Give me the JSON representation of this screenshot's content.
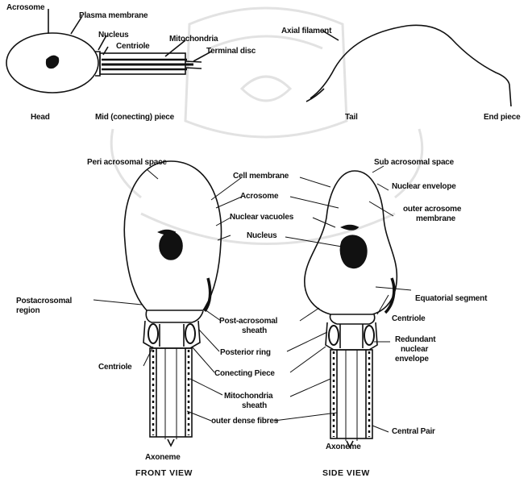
{
  "top": {
    "acrosome": "Acrosome",
    "plasma_membrane": "Plasma membrane",
    "nucleus": "Nucleus",
    "centriole": "Centriole",
    "mitochondria": "Mitochondria",
    "terminal_disc": "Terminal disc",
    "axial_filament": "Axial filament",
    "head": "Head",
    "mid_piece": "Mid (conecting) piece",
    "tail": "Tail",
    "end_piece": "End piece"
  },
  "front": {
    "peri_acrosomal_space": "Peri acrosomal space",
    "postacrosomal_line1": "Postacrosomal",
    "postacrosomal_line2": "region",
    "centriole": "Centriole",
    "axoneme": "Axoneme",
    "caption": "FRONT VIEW"
  },
  "middle": {
    "cell_membrane": "Cell membrane",
    "acrosome": "Acrosome",
    "nuclear_vacuoles": "Nuclear vacuoles",
    "nucleus": "Nucleus",
    "post_acrosomal_line1": "Post-acrosomal",
    "post_acrosomal_line2": "sheath",
    "posterior_ring": "Posterior ring",
    "conecting_piece": "Conecting Piece",
    "mito_line1": "Mitochondria",
    "mito_line2": "sheath",
    "outer_dense_fibres": "outer dense fibres"
  },
  "side": {
    "sub_acrosomal_space": "Sub acrosomal space",
    "nuclear_envelope": "Nuclear envelope",
    "outer_acro_line1": "outer acrosome",
    "outer_acro_line2": "membrane",
    "equatorial_segment": "Equatorial segment",
    "centriole": "Centriole",
    "redundant_line1": "Redundant",
    "redundant_line2": "nuclear",
    "redundant_line3": "envelope",
    "central_pair": "Central Pair",
    "axoneme": "Axoneme",
    "caption": "SIDE VIEW"
  },
  "colors": {
    "ink": "#111111",
    "watermark": "#c8c8c8"
  }
}
